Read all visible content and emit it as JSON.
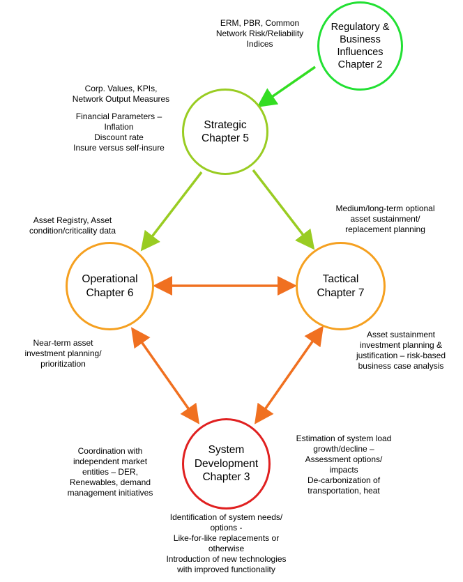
{
  "colors": {
    "regulatory": "#22e033",
    "strategic": "#99cc22",
    "operational": "#f5a020",
    "tactical": "#f5a020",
    "system": "#e02020",
    "arrow_green": "#33dd22",
    "arrow_lime": "#99cc22",
    "arrow_orange": "#f07020"
  },
  "nodes": {
    "regulatory": "Regulatory &\nBusiness\nInfluences\nChapter 2",
    "strategic": "Strategic\nChapter 5",
    "operational": "Operational\nChapter 6",
    "tactical": "Tactical\nChapter 7",
    "system": "System\nDevelopment\nChapter 3"
  },
  "annotations": {
    "regulatory_inputs": "ERM, PBR, Common\nNetwork Risk/Reliability\nIndices",
    "corporate_values": "Corp. Values, KPIs,\nNetwork Output Measures",
    "financial_parameters": "Financial Parameters –\nInflation\nDiscount rate\nInsure versus self-insure",
    "asset_registry": "Asset Registry, Asset\ncondition/criticality data",
    "medium_long_term": "Medium/long-term optional\nasset sustainment/\nreplacement  planning",
    "near_term": "Near-term asset\ninvestment planning/\nprioritization",
    "asset_sustainment": "Asset sustainment\ninvestment planning &\njustification – risk-based\nbusiness case analysis",
    "coordination": "Coordination with\nindependent market\nentities – DER,\nRenewables, demand\nmanagement initiatives",
    "estimation": "Estimation of system load\ngrowth/decline –\nAssessment options/\nimpacts\nDe-carbonization of\ntransportation, heat",
    "system_needs": "Identification of system needs/\noptions -\nLike-for-like replacements or\notherwise\nIntroduction of new technologies\nwith improved functionality"
  }
}
